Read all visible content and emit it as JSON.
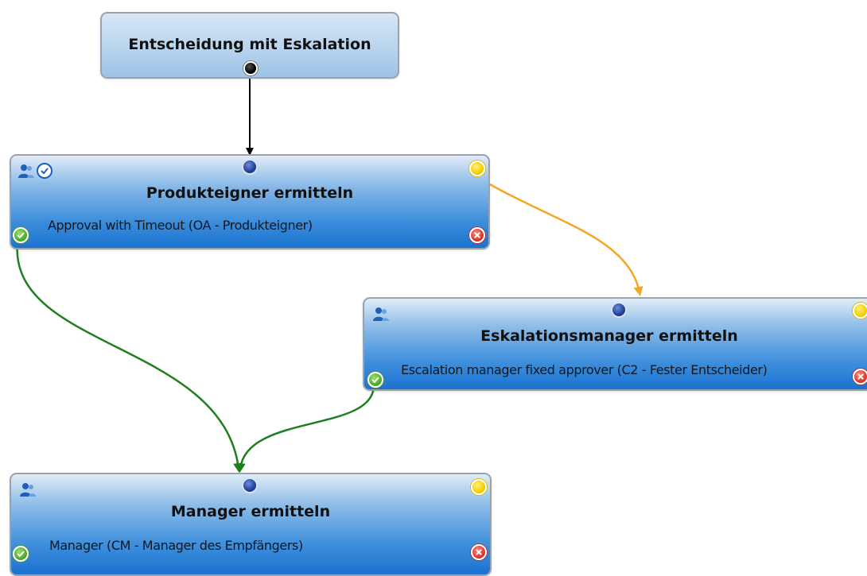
{
  "diagram": {
    "start": {
      "title": "Entscheidung mit Eskalation"
    },
    "nodes": [
      {
        "id": "produkteigner",
        "title": "Produkteigner ermitteln",
        "subtitle": "Approval with Timeout (OA - Produkteigner)",
        "icons": [
          "users-icon",
          "clock-icon"
        ]
      },
      {
        "id": "eskalation",
        "title": "Eskalationsmanager ermitteln",
        "subtitle": "Escalation manager fixed approver (C2 - Fester Entscheider)",
        "icons": [
          "users-icon"
        ]
      },
      {
        "id": "manager",
        "title": "Manager ermitteln",
        "subtitle": "Manager (CM - Manager des Empfängers)",
        "icons": [
          "users-icon"
        ]
      }
    ],
    "edges": [
      {
        "from": "start",
        "to": "produkteigner",
        "kind": "default",
        "color": "#000000"
      },
      {
        "from": "produkteigner",
        "to": "eskalation",
        "kind": "escalation",
        "color": "#f5a623"
      },
      {
        "from": "produkteigner",
        "to": "manager",
        "kind": "approved",
        "color": "#1e7f1e"
      },
      {
        "from": "eskalation",
        "to": "manager",
        "kind": "approved",
        "color": "#1e7f1e"
      }
    ]
  },
  "colors": {
    "approve_edge": "#1e7f1e",
    "escalate_edge": "#f5a623",
    "default_edge": "#000000",
    "node_blue": "#1a72d0",
    "start_node": "#b8d4ee"
  }
}
